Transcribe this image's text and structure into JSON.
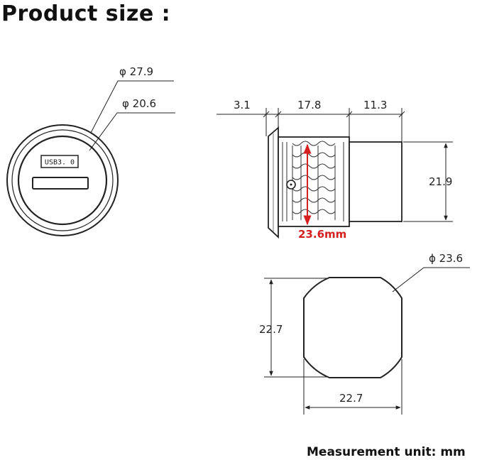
{
  "title": "Product size :",
  "unit_note": "Measurement unit: mm",
  "front_view": {
    "outer_diameter": "φ 27.9",
    "inner_diameter": "φ 20.6",
    "port_label": "USB3. 0"
  },
  "side_view": {
    "flange_thickness": "3.1",
    "thread_length": "17.8",
    "rear_length": "11.3",
    "rear_height": "21.9",
    "thread_diameter": "23.6mm"
  },
  "cutout": {
    "diameter": "ϕ 23.6",
    "height": "22.7",
    "width": "22.7"
  },
  "colors": {
    "accent_red": "#d42020",
    "line": "#222222"
  }
}
